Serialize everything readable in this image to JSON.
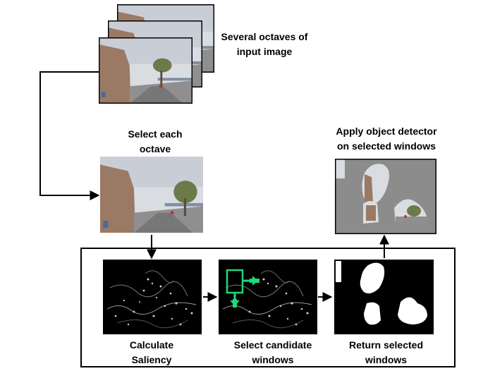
{
  "labels": {
    "octaves": [
      "Several octaves of",
      "input image"
    ],
    "select_octave": [
      "Select each",
      "octave"
    ],
    "detector": [
      "Apply object detector",
      "on selected windows"
    ],
    "saliency": [
      "Calculate",
      "Saliency"
    ],
    "candidates": [
      "Select candidate",
      "windows"
    ],
    "return": [
      "Return selected",
      "windows"
    ]
  },
  "colors": {
    "line": "#000000",
    "candidate_window": "#22d67a",
    "mask_background": "#8c8c8c",
    "sky": "#d9dde2",
    "wall": "#9a7a64"
  }
}
